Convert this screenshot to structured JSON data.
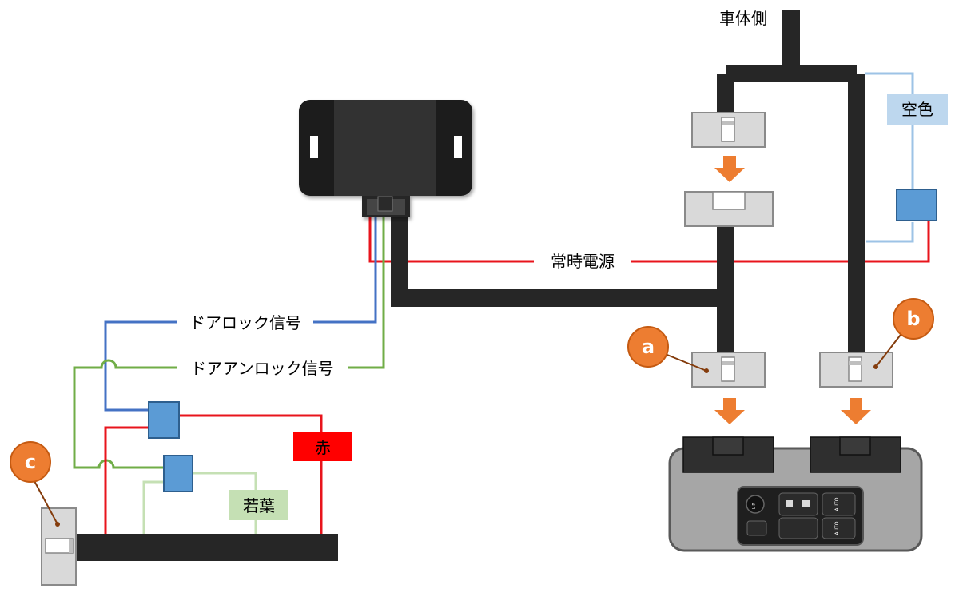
{
  "labels": {
    "vehicle_side": "車体側",
    "constant_power": "常時電源",
    "door_lock_signal": "ドアロック信号",
    "door_unlock_signal": "ドアアンロック信号",
    "sky_blue": "空色",
    "red": "赤",
    "light_green": "若葉"
  },
  "callouts": {
    "a": "a",
    "b": "b",
    "c": "c"
  },
  "switch_labels": {
    "auto_top": "AUTO",
    "auto_bottom": "AUTO",
    "lr": "L R"
  },
  "colors": {
    "harness": "#262626",
    "red_wire": "#e8141c",
    "blue_wire": "#4472c4",
    "green_wire": "#70ad47",
    "light_green_wire": "#c5e0b4",
    "sky_blue_wire": "#9dc3e6",
    "connector_blue": "#5b9bd5",
    "callout_orange": "#ed7d31",
    "arrow_orange": "#ed7d31",
    "connector_gray": "#d9d9d9",
    "panel_gray": "#a6a6a6"
  }
}
